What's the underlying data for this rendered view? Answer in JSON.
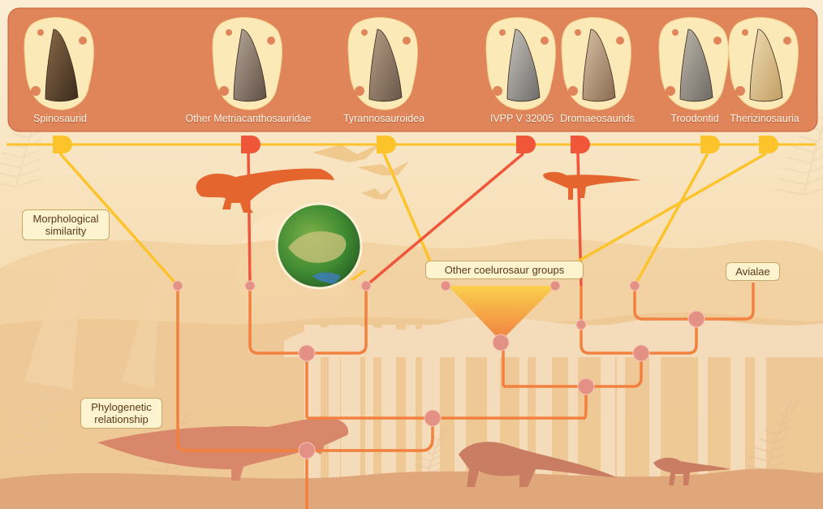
{
  "taxa": [
    {
      "label": "Spinosaurid",
      "similarity": "yellow",
      "tooth_colors": [
        "#3b2a1c",
        "#8a6a4a"
      ]
    },
    {
      "label": "Other Metriacanthosauridae",
      "similarity": "red",
      "tooth_colors": [
        "#5e4e44",
        "#b7a899"
      ]
    },
    {
      "label": "Tyrannosauroidea",
      "similarity": "yellow",
      "tooth_colors": [
        "#6a5548",
        "#b79f86"
      ]
    },
    {
      "label": "IVPP V 32005",
      "similarity": "red",
      "tooth_colors": [
        "#6d6c6a",
        "#c8c4bd"
      ]
    },
    {
      "label": "Dromaeosaurids",
      "similarity": "red",
      "tooth_colors": [
        "#8a6a52",
        "#d8c1a3"
      ]
    },
    {
      "label": "Troodontid",
      "similarity": "yellow",
      "tooth_colors": [
        "#6d6a64",
        "#bdb6aa"
      ]
    },
    {
      "label": "Therizinosauria",
      "similarity": "yellow",
      "tooth_colors": [
        "#c29e62",
        "#efdcb4"
      ]
    }
  ],
  "callouts": {
    "morphological": "Morphological similarity",
    "phylogenetic": "Phylogenetic relationship",
    "other_groups": "Other coelurosaur groups",
    "avialae": "Avialae"
  },
  "colors": {
    "panel": "#e0845a",
    "red_line": "#f0563a",
    "yellow_line": "#fcc32b",
    "tree_line": "#f2803e",
    "node": "#e39185",
    "sky_top": "#fbeed5",
    "sky_bottom": "#f3cc98"
  }
}
